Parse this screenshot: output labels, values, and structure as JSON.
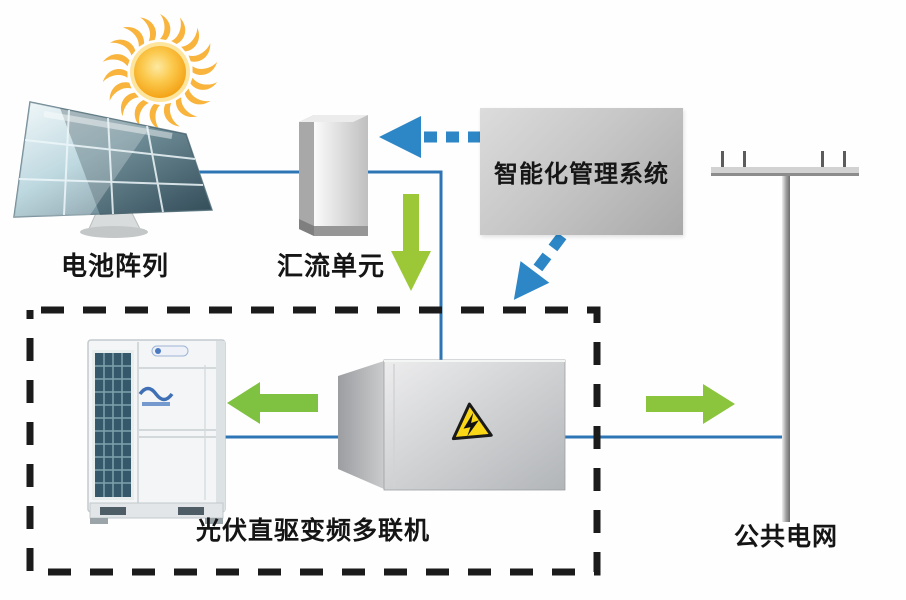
{
  "diagram": {
    "nodes": {
      "sun": {
        "icon": "sun-icon"
      },
      "solar_array": {
        "label": "电池阵列",
        "icon": "solar-panel-icon"
      },
      "combiner_unit": {
        "label": "汇流单元",
        "icon": "combiner-cabinet-icon"
      },
      "management_system": {
        "label": "智能化管理系统"
      },
      "inverter_box": {
        "icon": "electrical-box-icon",
        "badge": "high-voltage-warning-icon"
      },
      "pv_vrf_unit": {
        "label": "光伏直驱变频多联机",
        "icon": "hvac-outdoor-unit-icon"
      },
      "public_grid": {
        "label": "公共电网",
        "icon": "utility-pole-icon"
      }
    },
    "flows": [
      {
        "from": "solar_array",
        "to": "combiner_unit",
        "type": "power",
        "style": "solid-blue-line"
      },
      {
        "from": "combiner_unit",
        "to": "inverter_box",
        "type": "power",
        "style": "solid-blue-line"
      },
      {
        "from": "combiner_unit",
        "to": "pv_vrf_zone",
        "type": "power",
        "style": "green-arrow-down"
      },
      {
        "from": "management_system",
        "to": "combiner_unit",
        "type": "control",
        "style": "dashed-blue-arrow-left"
      },
      {
        "from": "management_system",
        "to": "inverter_box",
        "type": "control",
        "style": "dashed-blue-arrow-diagonal"
      },
      {
        "from": "inverter_box",
        "to": "pv_vrf_unit",
        "type": "power",
        "style": "green-arrow-left"
      },
      {
        "from": "inverter_box",
        "to": "public_grid",
        "type": "power",
        "style": "green-arrow-right"
      },
      {
        "from": "inverter_box",
        "to": "public_grid",
        "type": "power",
        "style": "solid-blue-line"
      }
    ],
    "zone": {
      "style": "black-dashed-rectangle",
      "contains": [
        "pv_vrf_unit",
        "inverter_box"
      ]
    },
    "colors": {
      "line_blue": "#2e75b6",
      "arrow_blue": "#2d86c6",
      "arrow_green": "#8bc43d",
      "warning_yellow": "#f9d616",
      "dashed_border": "#1b1b1b",
      "cabinet_gray": "#c4c6c8",
      "sun_orange": "#f7a81b"
    }
  }
}
